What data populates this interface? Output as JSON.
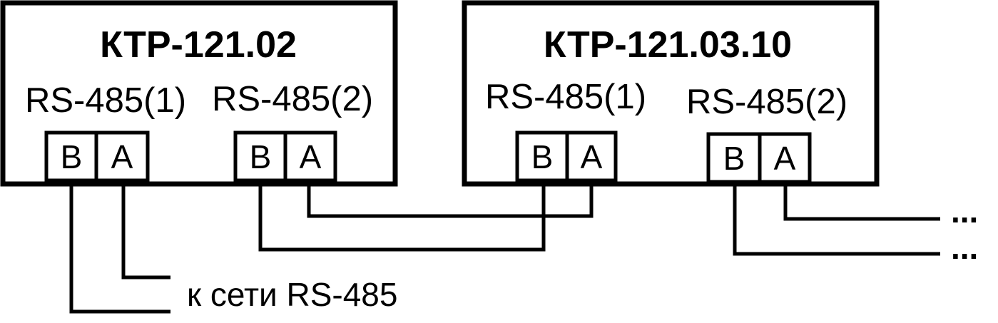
{
  "devices": [
    {
      "title": "КТР-121.02",
      "port1": "RS-485(1)",
      "port2": "RS-485(2)",
      "terminals": [
        "B",
        "A",
        "B",
        "A"
      ]
    },
    {
      "title": "КТР-121.03.10",
      "port1": "RS-485(1)",
      "port2": "RS-485(2)",
      "terminals": [
        "B",
        "A",
        "B",
        "A"
      ]
    }
  ],
  "network_label": "к сети RS-485",
  "continuation": "...",
  "colors": {
    "line": "#000000",
    "background": "#ffffff"
  }
}
